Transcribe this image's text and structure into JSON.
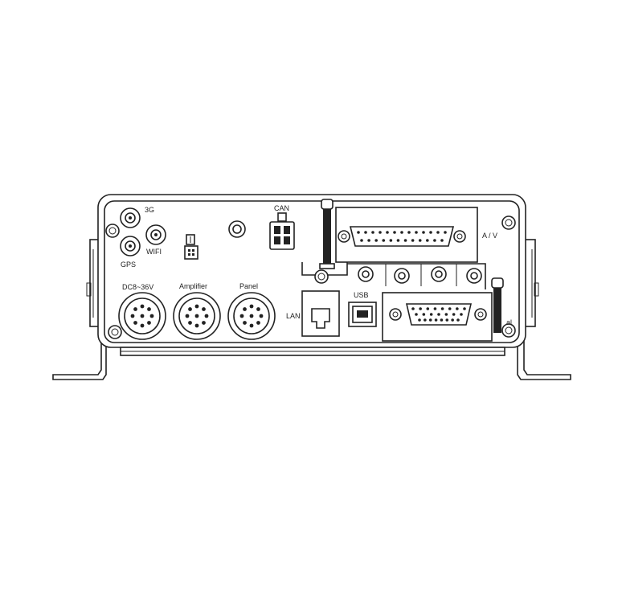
{
  "labels": {
    "3g": "3G",
    "wifi": "WIFI",
    "gps": "GPS",
    "can": "CAN",
    "av": "A / V",
    "power": "DC8~36V",
    "amplifier": "Amplifier",
    "panel": "Panel",
    "lan": "LAN",
    "usb": "USB",
    "side_partial": "al"
  }
}
